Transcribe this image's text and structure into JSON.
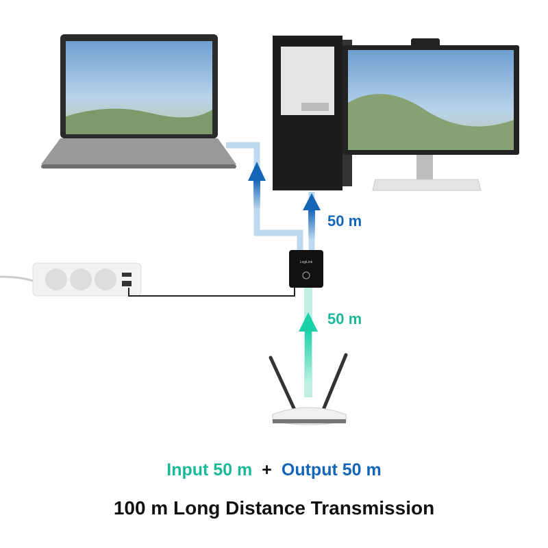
{
  "labels": {
    "output_length": "50 m",
    "input_length": "50 m"
  },
  "caption": {
    "input": "Input 50 m",
    "plus": "+",
    "output": "Output 50 m",
    "headline": "100 m Long Distance Transmission"
  },
  "device": {
    "brand": "LogiLink"
  },
  "colors": {
    "output": "#1565b8",
    "input": "#1bb89a",
    "output_cable": "#bcd9ef",
    "input_cable": "#bff0e3"
  }
}
